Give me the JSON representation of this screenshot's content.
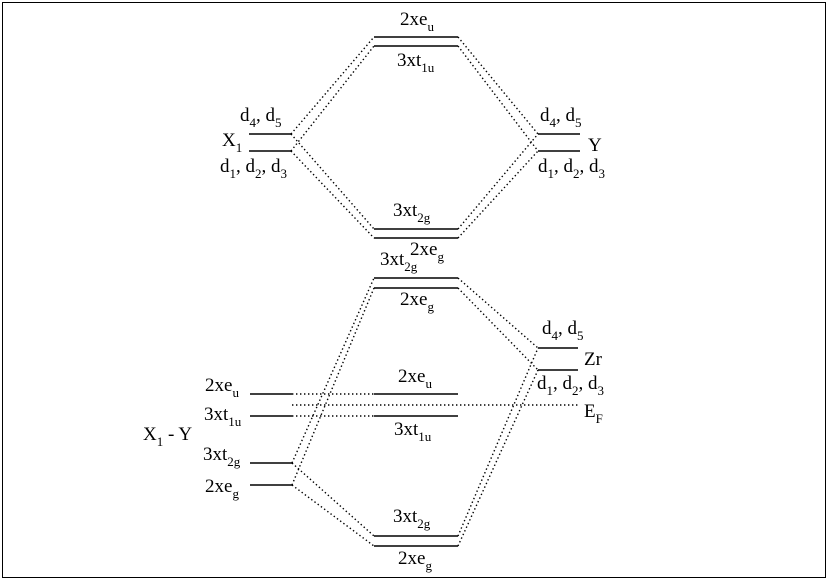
{
  "top": {
    "x1": {
      "main": "X",
      "sub": "1"
    },
    "left_upper": {
      "a": "d",
      "a_sub": "4",
      "sep": ", ",
      "b": "d",
      "b_sub": "5"
    },
    "left_lower": {
      "a": "d",
      "a_sub": "1",
      "b": "d",
      "b_sub": "2",
      "c": "d",
      "c_sub": "3",
      "sep": ", "
    },
    "right_upper": {
      "a": "d",
      "a_sub": "4",
      "sep": ", ",
      "b": "d",
      "b_sub": "5"
    },
    "right_lower": {
      "a": "d",
      "a_sub": "1",
      "b": "d",
      "b_sub": "2",
      "c": "d",
      "c_sub": "3",
      "sep": ", "
    },
    "y": "Y",
    "mid_top_upper": {
      "main": "2xe",
      "sub": "u"
    },
    "mid_top_lower": {
      "main": "3xt",
      "sub": "1u"
    },
    "mid_bottom_upper": {
      "main": "3xt",
      "sub": "2g"
    },
    "mid_bottom_lower": {
      "main": "2xe",
      "sub": "g"
    }
  },
  "bottom": {
    "mid_top_upper": {
      "main": "3xt",
      "sub": "2g"
    },
    "mid_top_lower": {
      "main": "2xe",
      "sub": "g"
    },
    "mid_mid_upper": {
      "main": "2xe",
      "sub": "u"
    },
    "mid_mid_lower": {
      "main": "3xt",
      "sub": "1u"
    },
    "mid_bot_upper": {
      "main": "3xt",
      "sub": "2g"
    },
    "mid_bot_lower": {
      "main": "2xe",
      "sub": "g"
    },
    "left_1": {
      "main": "2xe",
      "sub": "u"
    },
    "left_2": {
      "main": "3xt",
      "sub": "1u"
    },
    "left_3": {
      "main": "3xt",
      "sub": "2g"
    },
    "left_4": {
      "main": "2xe",
      "sub": "g"
    },
    "x1y": {
      "a": "X",
      "a_sub": "1",
      "b": " - Y"
    },
    "zr": "Zr",
    "zr_upper": {
      "a": "d",
      "a_sub": "4",
      "sep": ", ",
      "b": "d",
      "b_sub": "5"
    },
    "zr_lower": {
      "a": "d",
      "a_sub": "1",
      "b": "d",
      "b_sub": "2",
      "c": "d",
      "c_sub": "3",
      "sep": ", "
    },
    "ef": {
      "main": "E",
      "sub": "F"
    }
  }
}
